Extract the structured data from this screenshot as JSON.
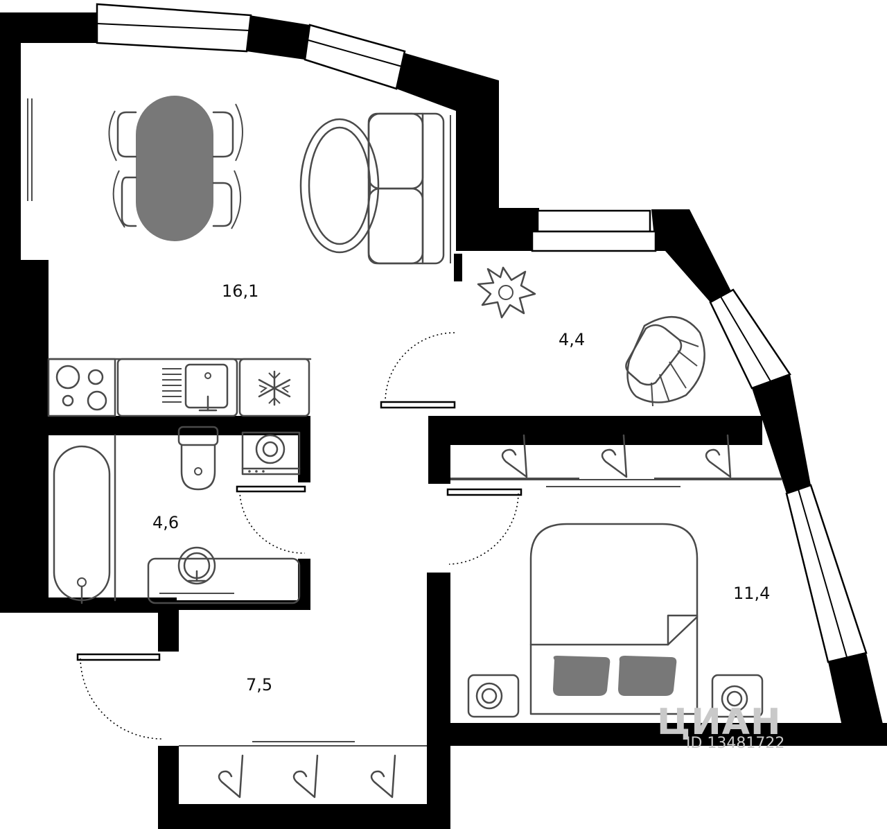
{
  "colors": {
    "wall": "#000000",
    "furniture_line": "#4a4a4a",
    "dark_fill": "#787878",
    "watermark": "#c9c9c9"
  },
  "rooms": [
    {
      "id": "living",
      "area": "16,1"
    },
    {
      "id": "nook",
      "area": "4,4"
    },
    {
      "id": "bath",
      "area": "4,6"
    },
    {
      "id": "hall",
      "area": "7,5"
    },
    {
      "id": "bedroom",
      "area": "11,4"
    }
  ],
  "watermark": {
    "brand": "ЦИАН",
    "id_text": "ID 13481722"
  },
  "icons": [
    "dining-table-icon",
    "sofa-icon",
    "round-rug-icon",
    "plant-icon",
    "lounge-chair-icon",
    "stove-icon",
    "sink-icon",
    "fridge-icon",
    "toilet-icon",
    "washer-icon",
    "bathtub-icon",
    "washbasin-icon",
    "hanger-icon",
    "bed-icon",
    "pillow-icon",
    "nightstand-icon"
  ]
}
